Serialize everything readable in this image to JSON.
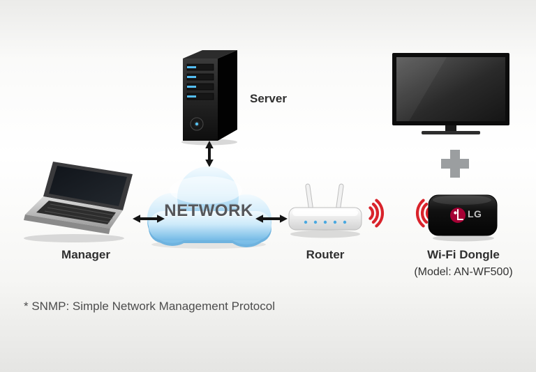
{
  "nodes": {
    "server": {
      "label": "Server"
    },
    "manager": {
      "label": "Manager"
    },
    "network": {
      "label": "NETWORK"
    },
    "router": {
      "label": "Router"
    },
    "dongle": {
      "label": "Wi-Fi Dongle",
      "model": "(Model: AN-WF500)",
      "brand": "LG"
    }
  },
  "footnote": "* SNMP: Simple Network Management Protocol",
  "colors": {
    "wifi_wave_red": "#d9232b",
    "cloud_blue": "#74bae6",
    "lg_brand_red": "#a50034",
    "label_text": "#2f2f2f",
    "plus_gray": "#9b9ea0",
    "arrow_black": "#141414"
  },
  "icons": {
    "server": "server-tower-icon",
    "manager": "laptop-icon",
    "network": "cloud-icon",
    "router": "router-icon",
    "tv": "tv-display-icon",
    "dongle": "usb-dongle-icon",
    "wifi": "wifi-waves-icon",
    "plus": "plus-icon",
    "link": "double-arrow-icon"
  }
}
